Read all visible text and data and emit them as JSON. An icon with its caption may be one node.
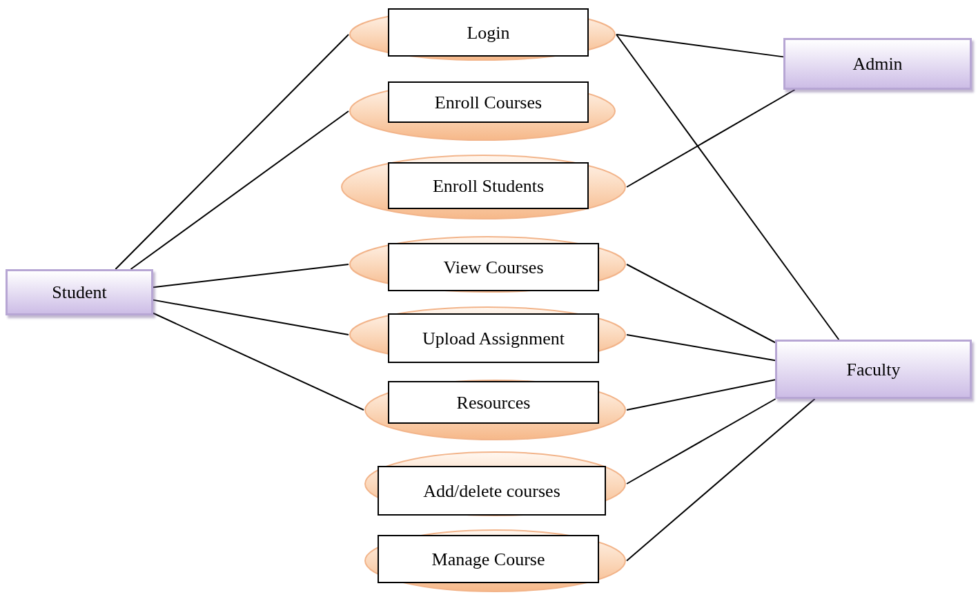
{
  "diagram": {
    "nodes": [
      {
        "text": [
          "Student"
        ]
      },
      {
        "text": [
          "Login"
        ]
      },
      {
        "text": [
          "Enroll Courses"
        ]
      },
      {
        "text": [
          "Enroll Students"
        ]
      },
      {
        "text": [
          "View Courses"
        ]
      },
      {
        "text": [
          "Upload Assignment"
        ]
      },
      {
        "text": [
          "Resources"
        ]
      },
      {
        "text": [
          "Add/delete courses"
        ]
      },
      {
        "text": [
          "Manage Course"
        ]
      },
      {
        "text": [
          "Admin"
        ]
      },
      {
        "text": [
          "Faculty"
        ]
      }
    ],
    "edges": [
      {
        "from": 0,
        "to": 1,
        "arrow": "none"
      },
      {
        "from": 0,
        "to": 2,
        "arrow": "none"
      },
      {
        "from": 0,
        "to": 4,
        "arrow": "none"
      },
      {
        "from": 0,
        "to": 5,
        "arrow": "none"
      },
      {
        "from": 0,
        "to": 6,
        "arrow": "none"
      },
      {
        "from": 1,
        "to": 9,
        "arrow": "none"
      },
      {
        "from": 3,
        "to": 9,
        "arrow": "none"
      },
      {
        "from": 1,
        "to": 10,
        "arrow": "none"
      },
      {
        "from": 4,
        "to": 10,
        "arrow": "none"
      },
      {
        "from": 5,
        "to": 10,
        "arrow": "none"
      },
      {
        "from": 6,
        "to": 10,
        "arrow": "none"
      },
      {
        "from": 7,
        "to": 10,
        "arrow": "none"
      },
      {
        "from": 8,
        "to": 10,
        "arrow": "none"
      }
    ]
  }
}
